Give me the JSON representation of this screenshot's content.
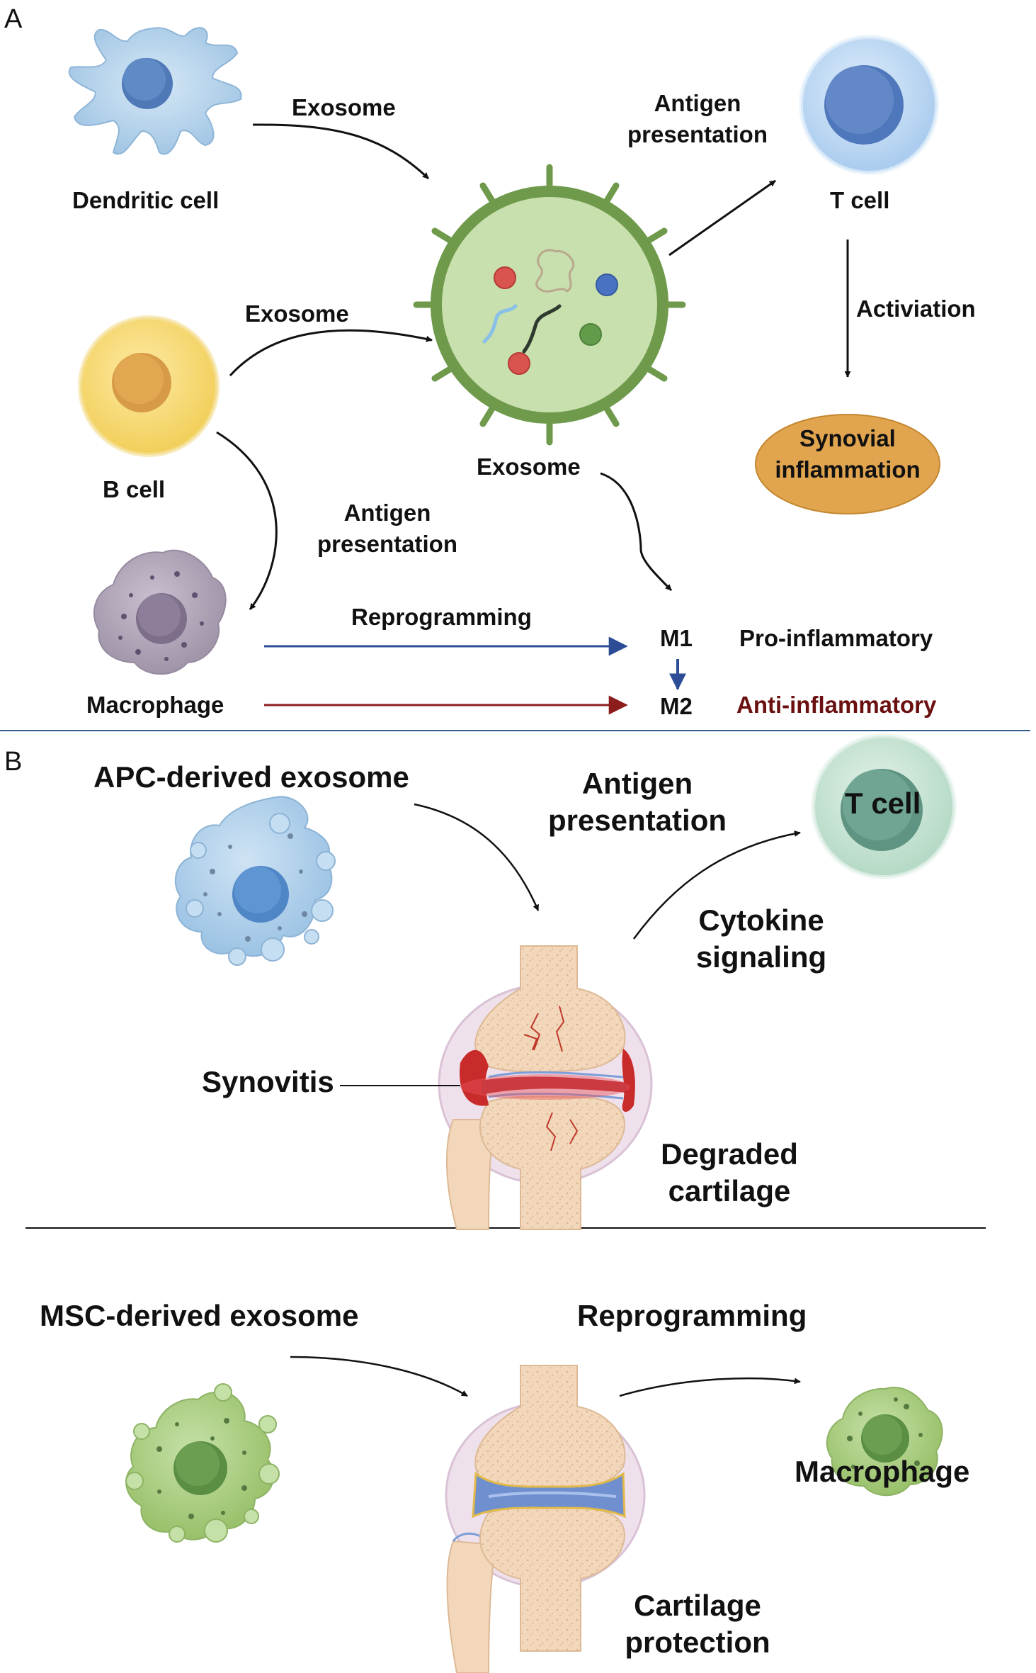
{
  "panel_a": {
    "label": "A",
    "dendritic_cell": "Dendritic cell",
    "b_cell": "B cell",
    "macrophage": "Macrophage",
    "t_cell": "T cell",
    "exosome_1": "Exosome",
    "exosome_2": "Exosome",
    "exosome_3": "Exosome",
    "antigen_presentation_1": [
      "Antigen",
      "presentation"
    ],
    "antigen_presentation_2": [
      "Antigen",
      "presentation"
    ],
    "activation": "Activiation",
    "synovial_inflammation": [
      "Synovial",
      "inflammation"
    ],
    "reprogramming": "Reprogramming",
    "m1": "M1",
    "m2": "M2",
    "pro_inflammatory": "Pro-inflammatory",
    "anti_inflammatory": "Anti-inflammatory"
  },
  "panel_b": {
    "label": "B",
    "apc_exosome": "APC-derived exosome",
    "antigen_presentation": [
      "Antigen",
      "presentation"
    ],
    "t_cell": "T cell",
    "cytokine_signaling": [
      "Cytokine",
      "signaling"
    ],
    "synovitis": "Synovitis",
    "degraded_cartilage": [
      "Degraded",
      "cartilage"
    ],
    "msc_exosome": "MSC-derived exosome",
    "reprogramming": "Reprogramming",
    "macrophage": "Macrophage",
    "cartilage_protection": [
      "Cartilage",
      "protection"
    ]
  },
  "colors": {
    "dendritic": "#b9d6ec",
    "b_cell": "#f7db7a",
    "macrophage": "#b1a5b9",
    "t_cell": "#c3dcf2",
    "exosome": "#c8dfae",
    "exosome_border": "#6f9a4c",
    "synovial": "#e2a54f",
    "m1_arrow": "#2c4d96",
    "m2_arrow": "#8c1d1d",
    "anti_text": "#6b1010",
    "msc": "#a9cd82",
    "bone": "#f2d7bb",
    "cartilage_blue": "#6f8fcf",
    "inflamed_red": "#c92a2a"
  }
}
